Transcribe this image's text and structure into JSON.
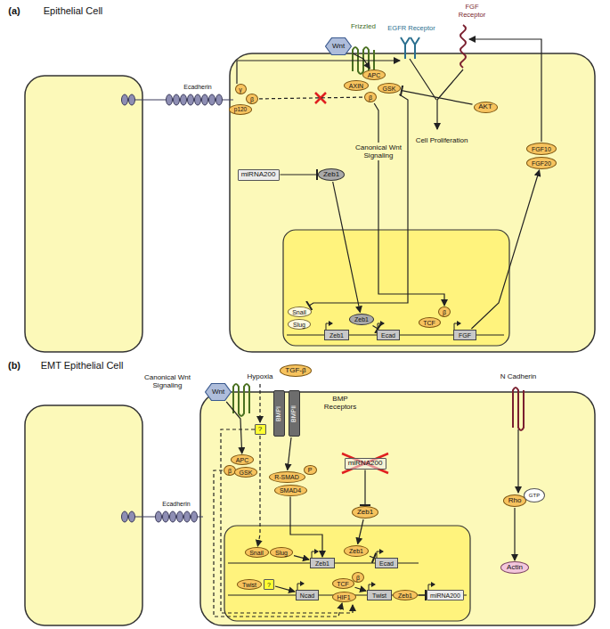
{
  "diagram": {
    "nodes": [
      {
        "text": [
          "Wnt"
        ]
      },
      {
        "text": [
          "γ"
        ]
      },
      {
        "text": [
          "β"
        ]
      },
      {
        "text": [
          "p120"
        ]
      },
      {
        "text": [
          "AXIN"
        ]
      },
      {
        "text": [
          "APC"
        ]
      },
      {
        "text": [
          "GSK"
        ]
      },
      {
        "text": [
          "β"
        ]
      },
      {
        "text": [
          "AKT"
        ]
      },
      {
        "text": [
          "FGF10"
        ]
      },
      {
        "text": [
          "FGF20"
        ]
      },
      {
        "text": [
          "miRNA200"
        ]
      },
      {
        "text": [
          "Zeb1"
        ]
      },
      {
        "text": [
          "Snail"
        ]
      },
      {
        "text": [
          "Slug"
        ]
      },
      {
        "text": [
          "Zeb1"
        ]
      },
      {
        "text": [
          "Zeb1"
        ]
      },
      {
        "text": [
          "Ecad"
        ]
      },
      {
        "text": [
          "TCF"
        ]
      },
      {
        "text": [
          "β"
        ]
      },
      {
        "text": [
          "FGF"
        ]
      },
      {
        "text": [
          "Wnt"
        ]
      },
      {
        "text": [
          "?"
        ]
      },
      {
        "text": [
          "TGF-β"
        ]
      },
      {
        "text": [
          "BMPI"
        ]
      },
      {
        "text": [
          "BMPII"
        ]
      },
      {
        "text": [
          "APC"
        ]
      },
      {
        "text": [
          "β"
        ]
      },
      {
        "text": [
          "GSK"
        ]
      },
      {
        "text": [
          "R-SMAD"
        ]
      },
      {
        "text": [
          "P"
        ]
      },
      {
        "text": [
          "SMAD4"
        ]
      },
      {
        "text": [
          "miRNA200"
        ]
      },
      {
        "text": [
          "Zeb1"
        ]
      },
      {
        "text": [
          "Rho"
        ]
      },
      {
        "text": [
          "GTP"
        ]
      },
      {
        "text": [
          "Actin"
        ]
      },
      {
        "text": [
          "Snail"
        ]
      },
      {
        "text": [
          "Slug"
        ]
      },
      {
        "text": [
          "Zeb1"
        ]
      },
      {
        "text": [
          "Zeb1"
        ]
      },
      {
        "text": [
          "Ecad"
        ]
      },
      {
        "text": [
          "Twist"
        ]
      },
      {
        "text": [
          "?"
        ]
      },
      {
        "text": [
          "Ncad"
        ]
      },
      {
        "text": [
          "TCF"
        ]
      },
      {
        "text": [
          "β"
        ]
      },
      {
        "text": [
          "HIF1"
        ]
      },
      {
        "text": [
          "Twist"
        ]
      },
      {
        "text": [
          "Zeb1"
        ]
      },
      {
        "text": [
          "miRNA200"
        ]
      }
    ],
    "edges": [
      {
        "from": 0,
        "to": 5,
        "arrow": "to"
      },
      {
        "from": 2,
        "to": 7,
        "arrow": "none"
      },
      {
        "from": 8,
        "to": 6,
        "arrow": "to"
      },
      {
        "from": 7,
        "to": 19,
        "arrow": "to",
        "label": "Canonical Wnt Signaling"
      },
      {
        "from": 6,
        "to": 13,
        "arrow": "to"
      },
      {
        "from": 11,
        "to": 12,
        "arrow": "to"
      },
      {
        "from": 12,
        "to": 16,
        "arrow": "to"
      },
      {
        "from": 16,
        "to": 17,
        "arrow": "to"
      },
      {
        "from": 20,
        "to": 10,
        "arrow": "to"
      },
      {
        "from": 21,
        "to": 26,
        "arrow": "to"
      },
      {
        "from": 22,
        "to": 37,
        "arrow": "to"
      },
      {
        "from": 25,
        "to": 29,
        "arrow": "to"
      },
      {
        "from": 31,
        "to": 39,
        "arrow": "to"
      },
      {
        "from": 38,
        "to": 39,
        "arrow": "to"
      },
      {
        "from": 32,
        "to": 33,
        "arrow": "to"
      },
      {
        "from": 33,
        "to": 40,
        "arrow": "to"
      },
      {
        "from": 40,
        "to": 41,
        "arrow": "to"
      },
      {
        "from": 43,
        "to": 44,
        "arrow": "to"
      },
      {
        "from": 45,
        "to": 48,
        "arrow": "to"
      },
      {
        "from": 49,
        "to": 50,
        "arrow": "to"
      },
      {
        "from": 27,
        "to": 47,
        "arrow": "to"
      },
      {
        "from": 34,
        "to": 36,
        "arrow": "to"
      }
    ],
    "labels": [
      "(a)",
      "Epithelial Cell",
      "Frizzled",
      "EGFR Receptor",
      "FGF Receptor",
      "Ecadherin",
      "Cell Proliferation",
      "(b)",
      "EMT Epithelial Cell",
      "Canonical Wnt Signaling",
      "Hypoxia",
      "BMP Receptors",
      "N Cadherin",
      "Ecadherin"
    ]
  }
}
